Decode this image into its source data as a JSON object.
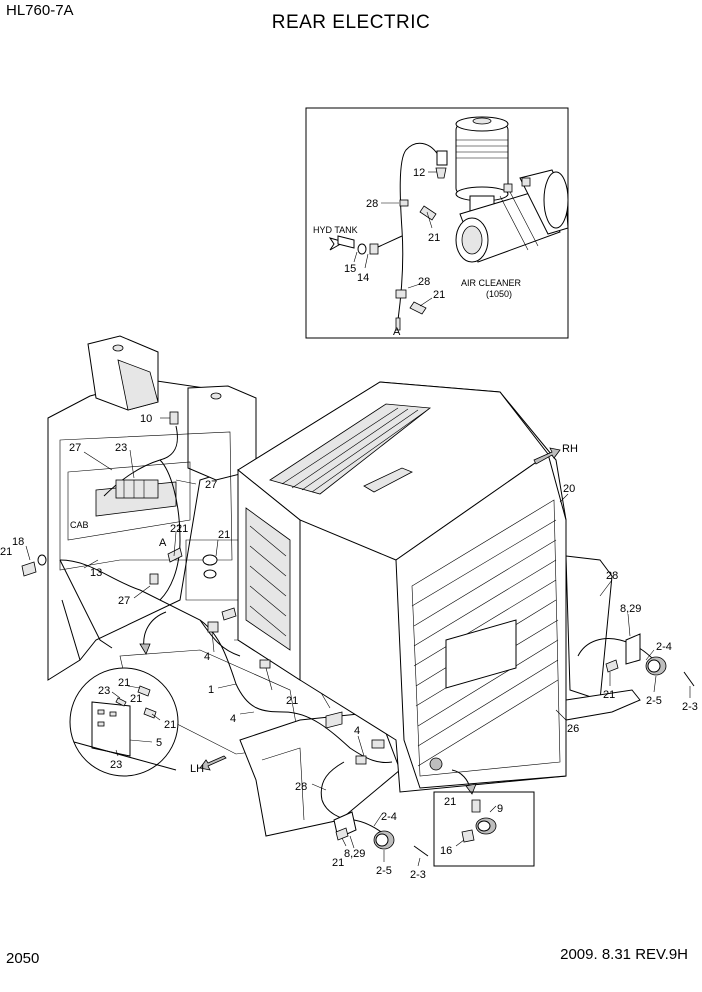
{
  "header": {
    "model": "HL760-7A",
    "title": "REAR ELECTRIC"
  },
  "footer": {
    "page_number": "2050",
    "revision": "2009.  8.31  REV.9H"
  },
  "inset_air_cleaner": {
    "labels": {
      "hyd_tank": "HYD TANK",
      "air_cleaner": "AIR CLEANER",
      "air_cleaner_code": "(1050)",
      "view_a": "A"
    },
    "callouts": [
      "12",
      "28",
      "21",
      "15",
      "14",
      "28",
      "21"
    ]
  },
  "main_view": {
    "labels": {
      "rh": "RH",
      "lh": "LH",
      "cab": "CAB",
      "view_a": "A"
    },
    "callouts": {
      "c10": "10",
      "c27a": "27",
      "c23": "23",
      "c27b": "27",
      "c21a": "21",
      "c18": "18",
      "c21b": "21",
      "c13": "13",
      "c27c": "27",
      "c21c": "21",
      "c21d": "21",
      "c20": "20",
      "c28a": "28",
      "c8_29a": "8,29",
      "c2_4a": "2-4",
      "c21e": "21",
      "c2_5a": "2-5",
      "c2_3a": "2-3",
      "c26": "26",
      "c4a": "4",
      "c1": "1",
      "c21f": "21",
      "c4b": "4",
      "c4c": "4",
      "c28b": "28",
      "c2_4b": "2-4",
      "c21g": "21",
      "c8_29b": "8,29",
      "c2_5b": "2-5",
      "c2_3b": "2-3"
    }
  },
  "inset_detail_bracket": {
    "callouts": [
      "23",
      "21",
      "21",
      "21",
      "5",
      "23"
    ]
  },
  "inset_detail_lamp": {
    "callouts": [
      "21",
      "9",
      "16"
    ]
  }
}
